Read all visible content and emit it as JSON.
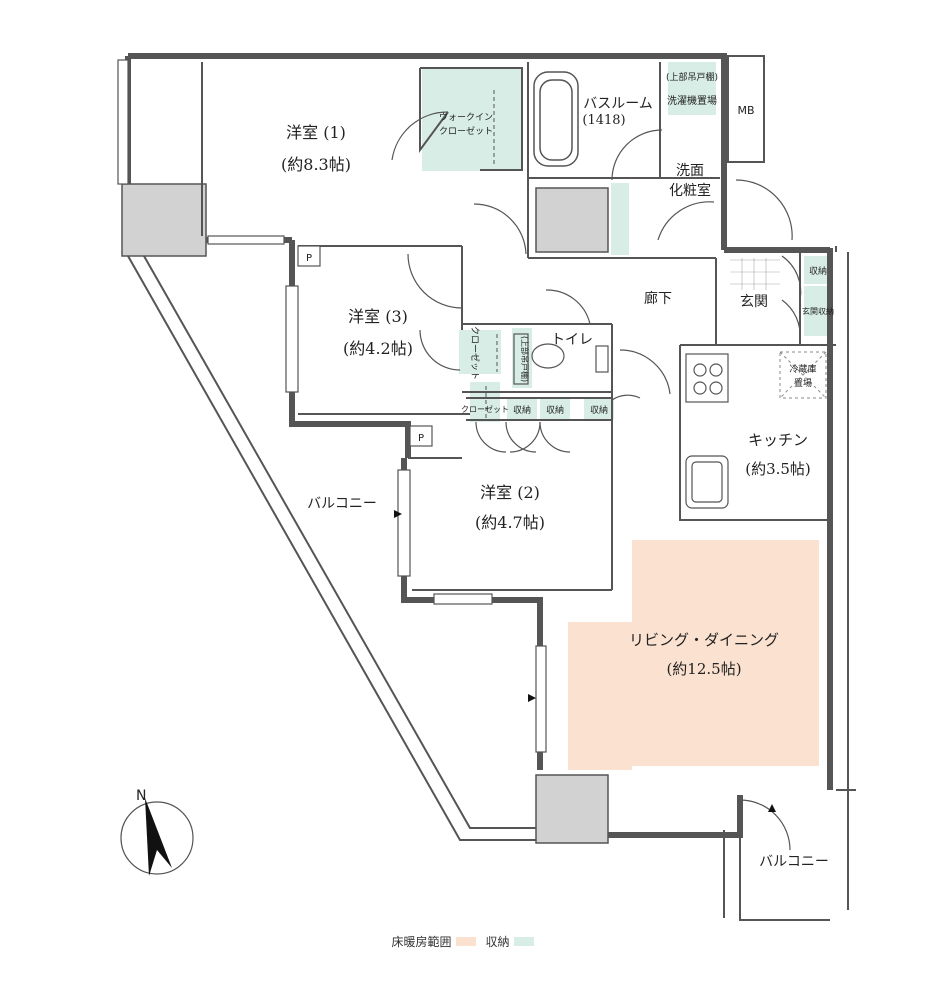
{
  "rooms": {
    "western1": {
      "name": "洋室 (1)",
      "size": "(約8.3帖)"
    },
    "western2": {
      "name": "洋室 (2)",
      "size": "(約4.7帖)"
    },
    "western3": {
      "name": "洋室 (3)",
      "size": "(約4.2帖)"
    },
    "bathroom": {
      "name": "バスルーム",
      "size": "(1418)"
    },
    "washroom": {
      "line1": "洗面",
      "line2": "化粧室"
    },
    "hallway": "廊下",
    "entrance": "玄関",
    "toilet": "トイレ",
    "kitchen": {
      "name": "キッチン",
      "size": "(約3.5帖)"
    },
    "living": {
      "name": "リビング・ダイニング",
      "size": "(約12.5帖)"
    },
    "balcony_main": "バルコニー",
    "balcony_sub": "バルコニー"
  },
  "fixtures": {
    "walkin_closet": {
      "line1": "ウォークイン",
      "line2": "クローゼット"
    },
    "closet": "クローゼット",
    "storage": "収納",
    "upper_shelf": "(上部吊戸棚)",
    "washer": "洗濯機置場",
    "entrance_storage": "玄関収納",
    "fridge": {
      "line1": "冷蔵庫",
      "line2": "置場"
    },
    "mb": "MB",
    "pipe": "P"
  },
  "compass": {
    "label": "N"
  },
  "legend": {
    "heated_floor": "床暖房範囲",
    "heated_floor_color": "#fbe1cf",
    "storage": "収納",
    "storage_color": "#d8ede6"
  },
  "colors": {
    "wall": "#555555",
    "heated": "#fbe1cf",
    "storage": "#d8ede6",
    "column": "#d2d2d2"
  }
}
